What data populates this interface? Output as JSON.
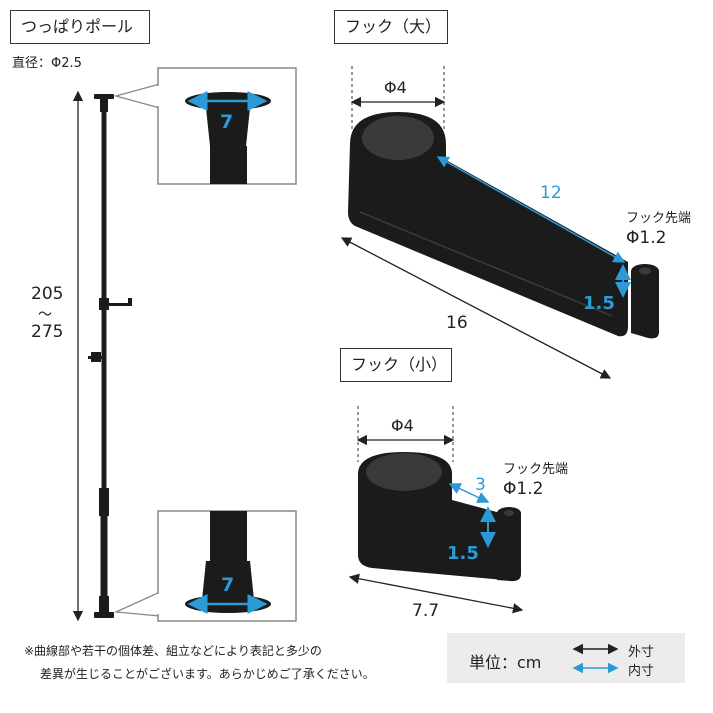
{
  "pole": {
    "title": "つっぱりポール",
    "diameter_label": "直径：Φ2.5",
    "height_min": "205",
    "height_tilde": "～",
    "height_max": "275",
    "top_detail_value": "7",
    "bottom_detail_value": "7"
  },
  "hook_large": {
    "title": "フック（大）",
    "diameter_label": "Φ4",
    "inner_length": "12",
    "tip_title": "フック先端",
    "tip_diameter": "Φ1.2",
    "tip_height": "1.5",
    "length": "16"
  },
  "hook_small": {
    "title": "フック（小）",
    "diameter_label": "Φ4",
    "inner_length": "3",
    "tip_title": "フック先端",
    "tip_diameter": "Φ1.2",
    "tip_height": "1.5",
    "length": "7.7"
  },
  "note": {
    "line1": "※曲線部や若干の個体差、組立などにより表記と多少の",
    "line2": "差異が生じることがございます。あらかじめご了承ください。"
  },
  "legend": {
    "unit": "単位：cm",
    "outer": "外寸",
    "inner": "内寸"
  },
  "colors": {
    "inner_dimension": "#2b9ad6",
    "outer_dimension": "#222222",
    "product": "#1b1b1b",
    "legend_bg": "#ececec"
  }
}
